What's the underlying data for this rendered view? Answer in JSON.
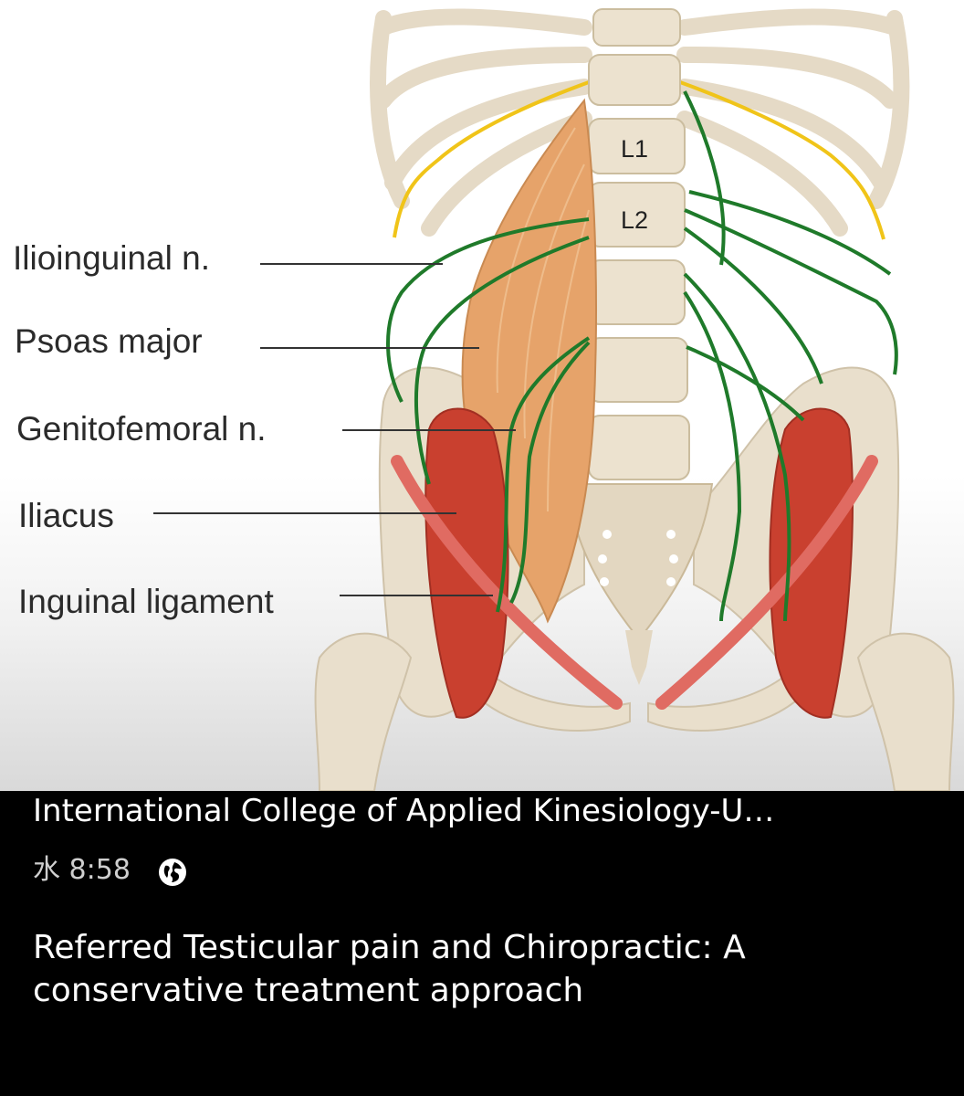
{
  "diagram": {
    "labels": {
      "ilioinguinal": "Ilioinguinal n.",
      "psoas": "Psoas major",
      "genitofemoral": "Genitofemoral n.",
      "iliacus": "Iliacus",
      "inguinal": "Inguinal ligament"
    },
    "vertebrae": {
      "l1": "L1",
      "l2": "L2"
    },
    "colors": {
      "bone": "#e9dfcc",
      "psoas": "#e6a36a",
      "iliacus": "#c9402f",
      "ligament": "#e06b62",
      "nerve_green": "#1f7a2a",
      "nerve_yellow": "#f0c419"
    }
  },
  "post": {
    "author": "International College of Applied Kinesiology-U…",
    "time": "水 8:58",
    "visibility_icon": "globe-icon",
    "text": "Referred Testicular pain and Chiropractic: A conservative treatment approach"
  }
}
